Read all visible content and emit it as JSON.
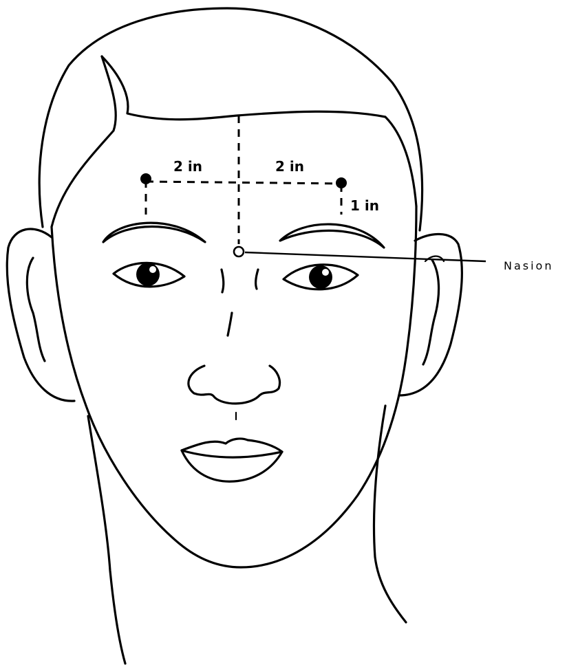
{
  "diagram": {
    "labels": {
      "left_spacing": "2 in",
      "right_spacing": "2 in",
      "vertical_offset": "1 in",
      "nasion": "Nasion"
    },
    "colors": {
      "ink": "#000000",
      "background": "#ffffff"
    }
  }
}
